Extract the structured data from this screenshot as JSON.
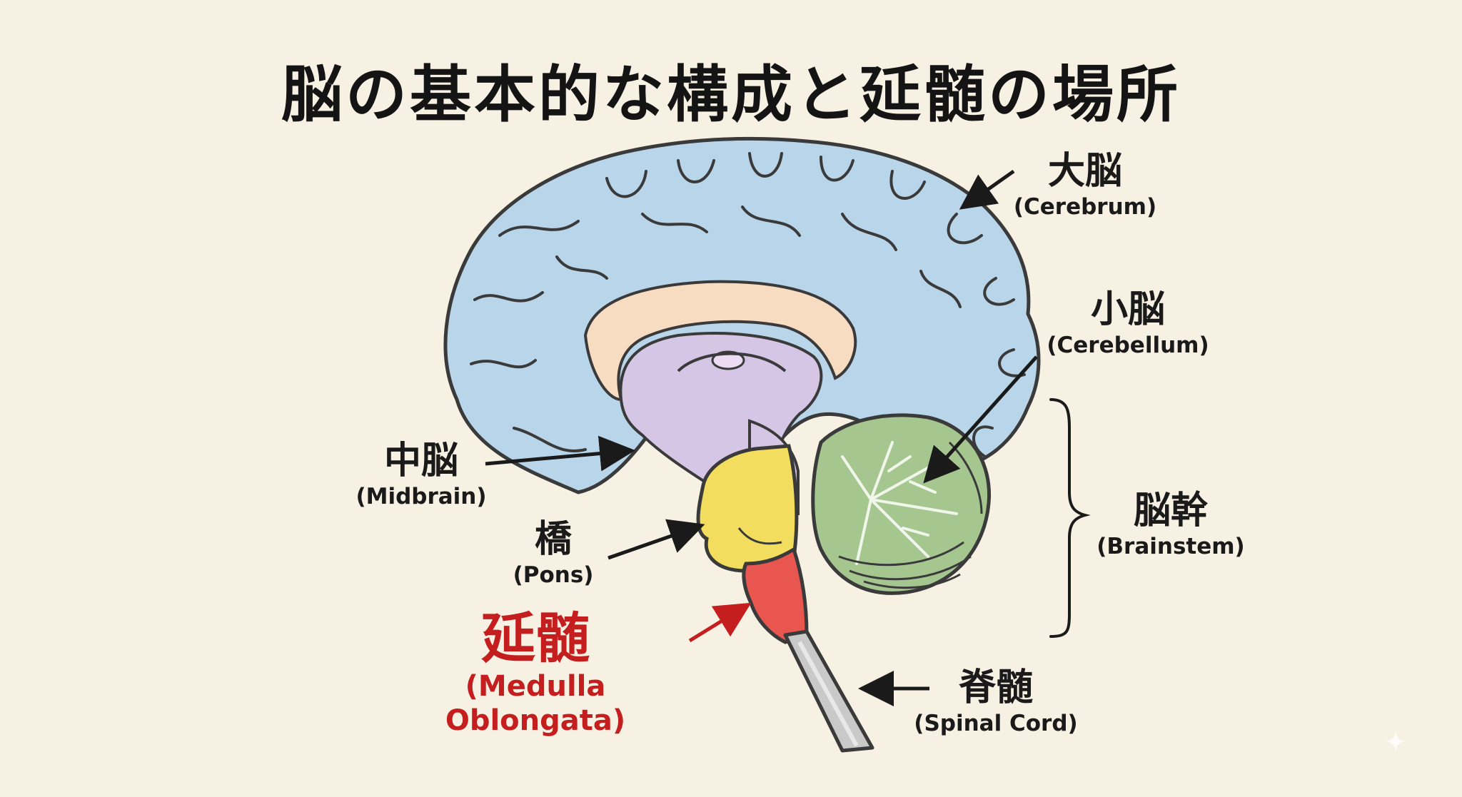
{
  "title": "脳の基本的な構成と延髄の場所",
  "colors": {
    "background": "#f7f1e3",
    "cerebrum": "#b9d5ea",
    "callosum": "#f7dcc2",
    "diencephalon": "#d6c6e6",
    "pons": "#f3dd5e",
    "medulla": "#e9564f",
    "cerebellum": "#a6c690",
    "spinal_cord": "#c9c9c9",
    "highlight_text": "#c41e1e",
    "outline": "#3a3a3a"
  },
  "labels": {
    "cerebrum": {
      "jp": "大脳",
      "en": "(Cerebrum)"
    },
    "cerebellum": {
      "jp": "小脳",
      "en": "(Cerebellum)"
    },
    "brainstem": {
      "jp": "脳幹",
      "en": "(Brainstem)"
    },
    "midbrain": {
      "jp": "中脳",
      "en": "(Midbrain)"
    },
    "pons": {
      "jp": "橋",
      "en": "(Pons)"
    },
    "medulla": {
      "jp": "延髄",
      "en": "(Medulla Oblongata)"
    },
    "spinal_cord": {
      "jp": "脊髄",
      "en": "(Spinal Cord)"
    }
  },
  "icons": [
    "arrow-icon",
    "bracket-icon",
    "sparkle-icon"
  ]
}
